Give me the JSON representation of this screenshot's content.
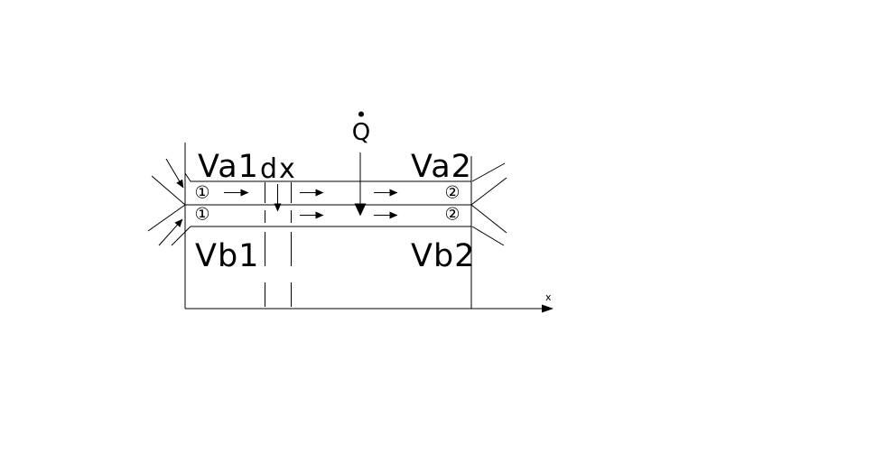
{
  "window": {
    "background_color": "#ffffff",
    "ink_color": "#000000"
  },
  "diagram": {
    "type": "control-volume-sketch",
    "labels": {
      "va1": "Va1",
      "va2": "Va2",
      "vb1": "Vb1",
      "vb2": "Vb2",
      "dx": "dx",
      "q": "Q",
      "x_axis": "x"
    },
    "stations": {
      "station1": "①",
      "station2": "②"
    }
  }
}
